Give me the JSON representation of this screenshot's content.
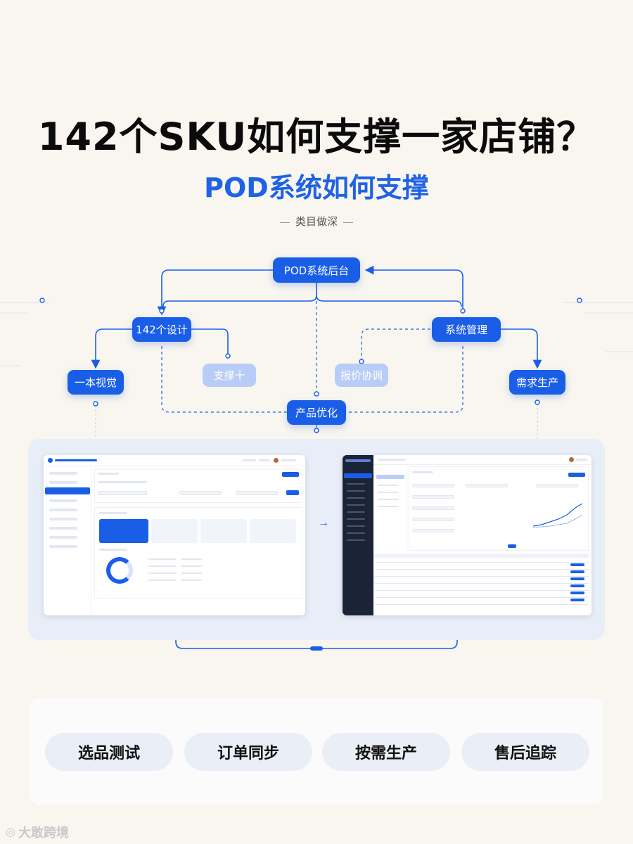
{
  "header": {
    "title": "142个SKU如何支撑一家店铺？",
    "subtitle": "POD系统如何支撑",
    "tagline": "类目做深"
  },
  "flow": {
    "root": "POD系统后台",
    "left_hub": "142个设计",
    "right_hub": "系统管理",
    "left_branch": "一本视觉",
    "left_sub": "支撑十",
    "right_sub": "报价协调",
    "right_branch": "需求生产",
    "center": "产品优化"
  },
  "pills": [
    "选品测试",
    "订单同步",
    "按需生产",
    "售后追踪"
  ],
  "watermark": "大敢跨境",
  "colors": {
    "primary": "#1a5ee8",
    "light": "#b7ccf6",
    "background": "#f8f6ef"
  }
}
